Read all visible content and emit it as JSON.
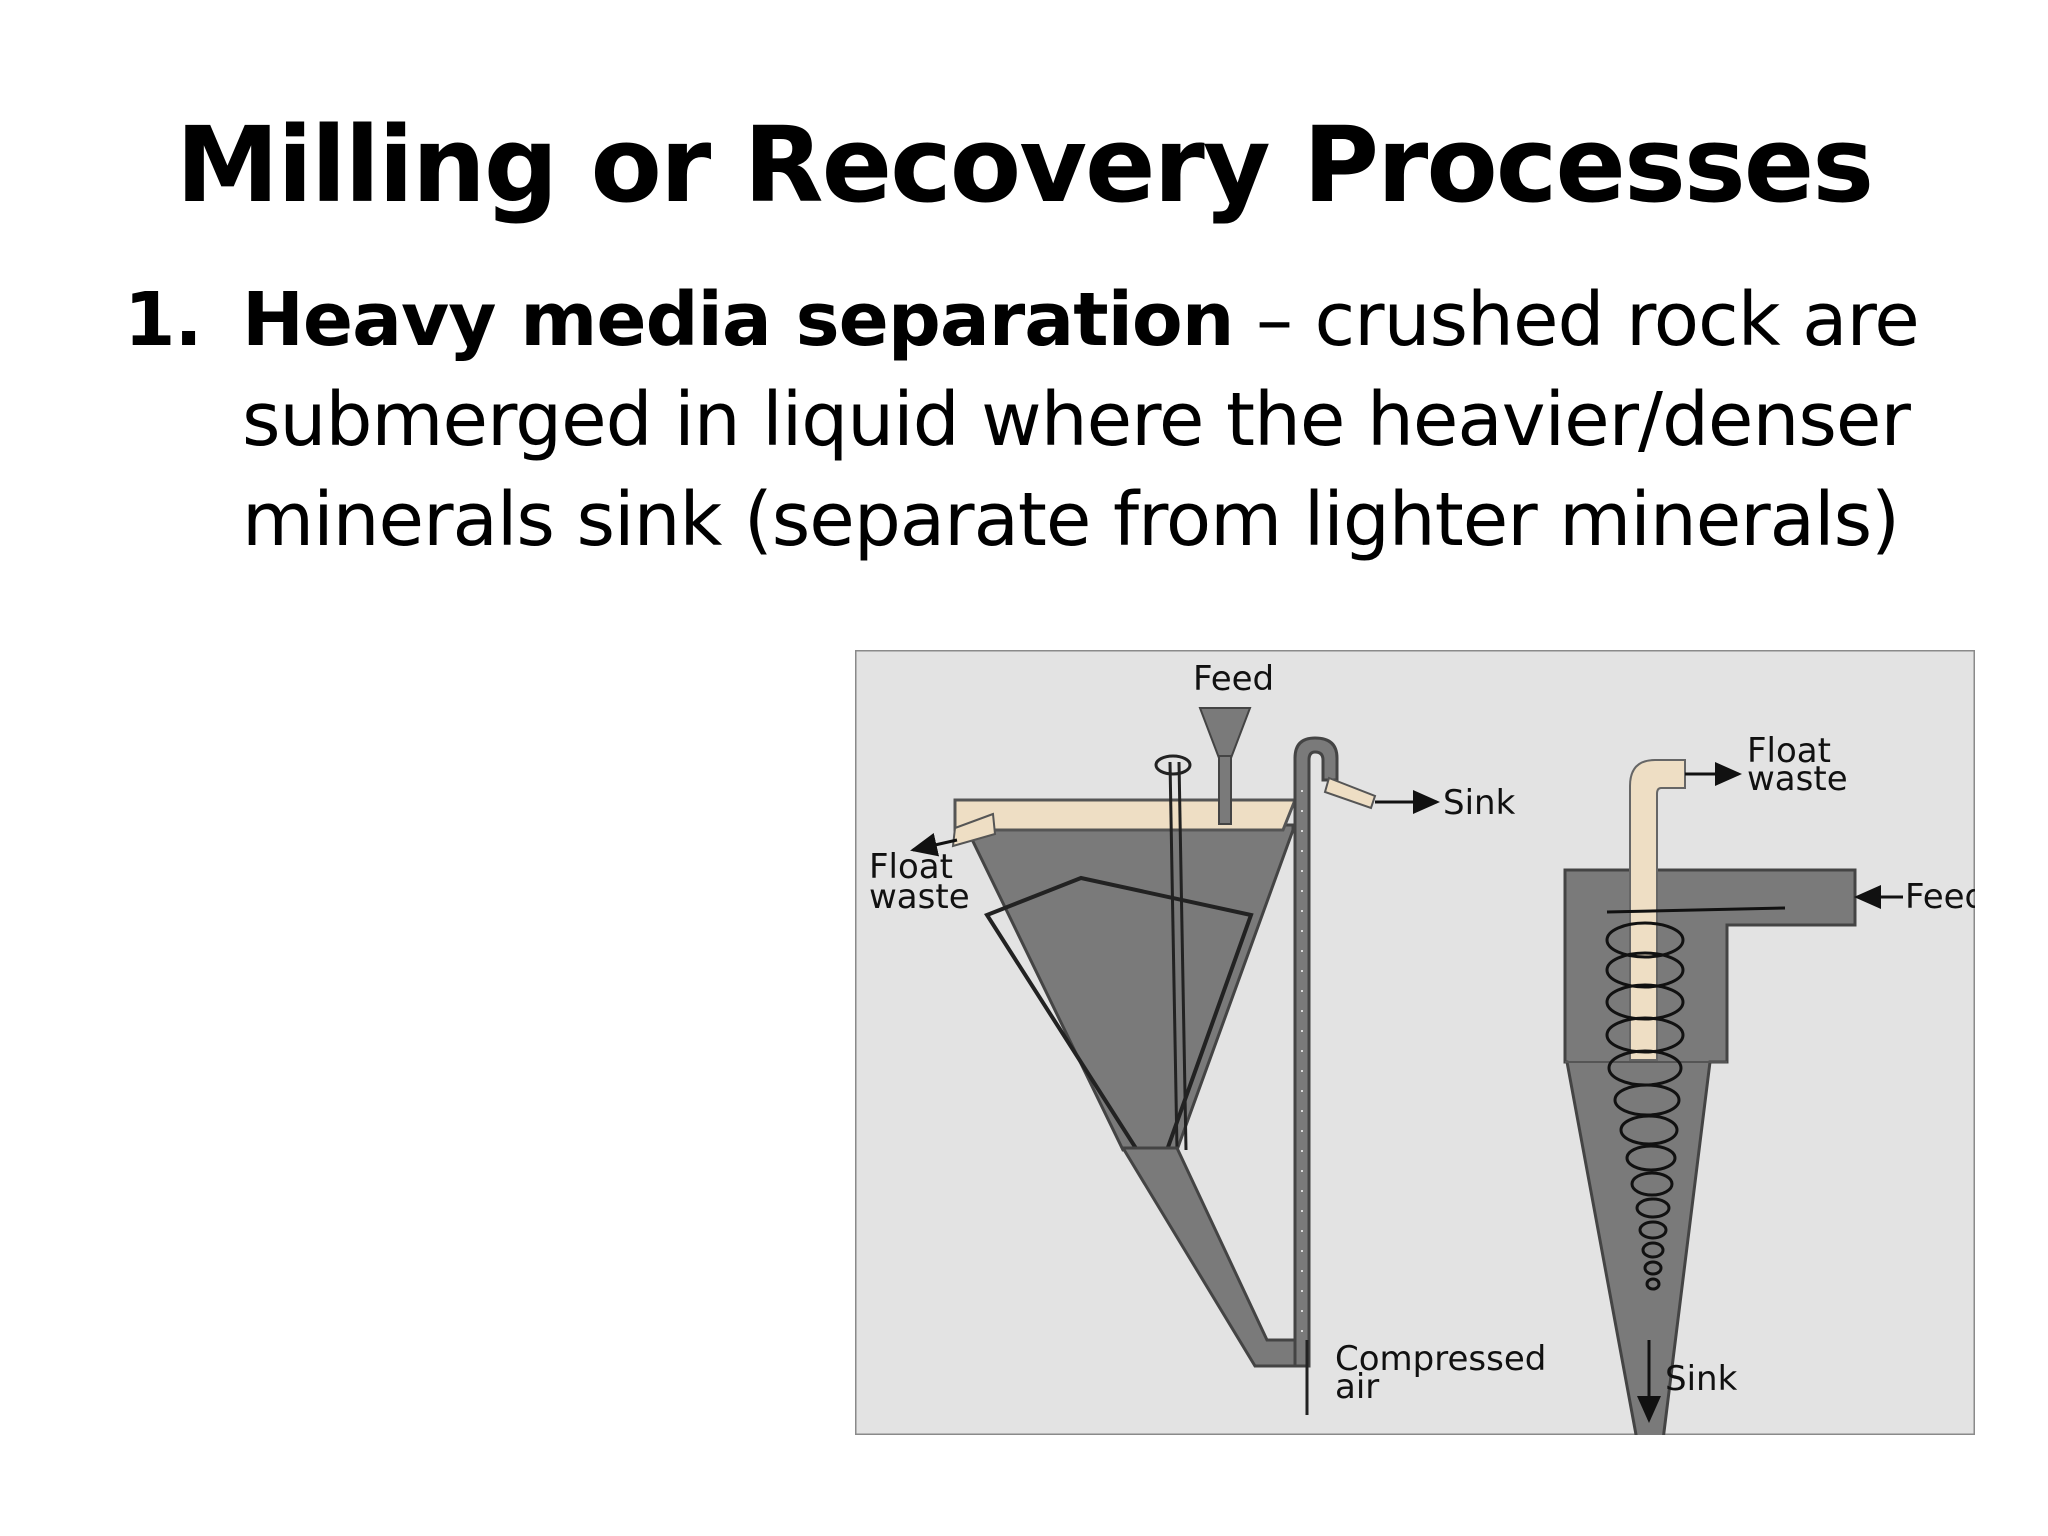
{
  "slide": {
    "title": "Milling or Recovery Processes",
    "item_number": "1.",
    "term": "Heavy media separation",
    "description": " – crushed rock are submerged in liquid where the heavier/denser minerals sink (separate from lighter minerals)"
  },
  "figure": {
    "background": "#e3e3e3",
    "vessel_color": "#7a7a7a",
    "froth_color": "#eedec4",
    "labels": {
      "feed_top": "Feed",
      "sink_left": "Sink",
      "float_waste_left_1": "Float",
      "float_waste_left_2": "waste",
      "compressed_air_1": "Compressed",
      "compressed_air_2": "air",
      "float_waste_right_1": "Float",
      "float_waste_right_2": "waste",
      "feed_right": "Feed",
      "sink_right": "Sink"
    }
  }
}
